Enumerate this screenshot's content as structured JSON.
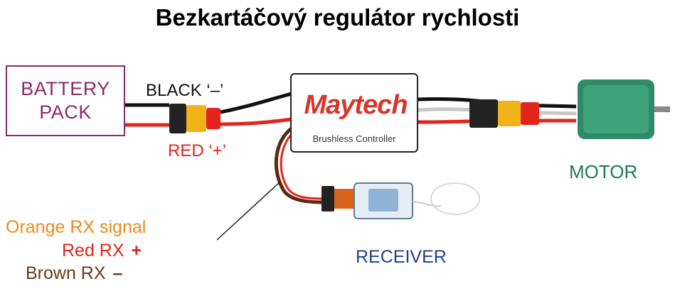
{
  "title": "Bezkartáčový regulátor rychlosti",
  "battery": {
    "line1": "BATTERY",
    "line2": "PACK"
  },
  "labels": {
    "black": "BLACK  ‘–’",
    "red": "RED  ‘+’",
    "motor": "MOTOR",
    "receiver": "RECEIVER"
  },
  "signals": {
    "orange": {
      "text": "Orange RX  signal",
      "sign": ""
    },
    "red": {
      "text": "Red RX",
      "sign": "+"
    },
    "brown": {
      "text": "Brown RX",
      "sign": "–"
    }
  },
  "esc": {
    "brand": "Maytech",
    "subtitle": "Brushless Controller"
  },
  "colors": {
    "battery": "#8b2a6a",
    "red_wire": "#e3241b",
    "black_wire": "#111111",
    "orange_wire": "#f08a1c",
    "motor": "#1f7a4f",
    "receiver": "#1e3f8f",
    "connector": "#f2b21a"
  }
}
